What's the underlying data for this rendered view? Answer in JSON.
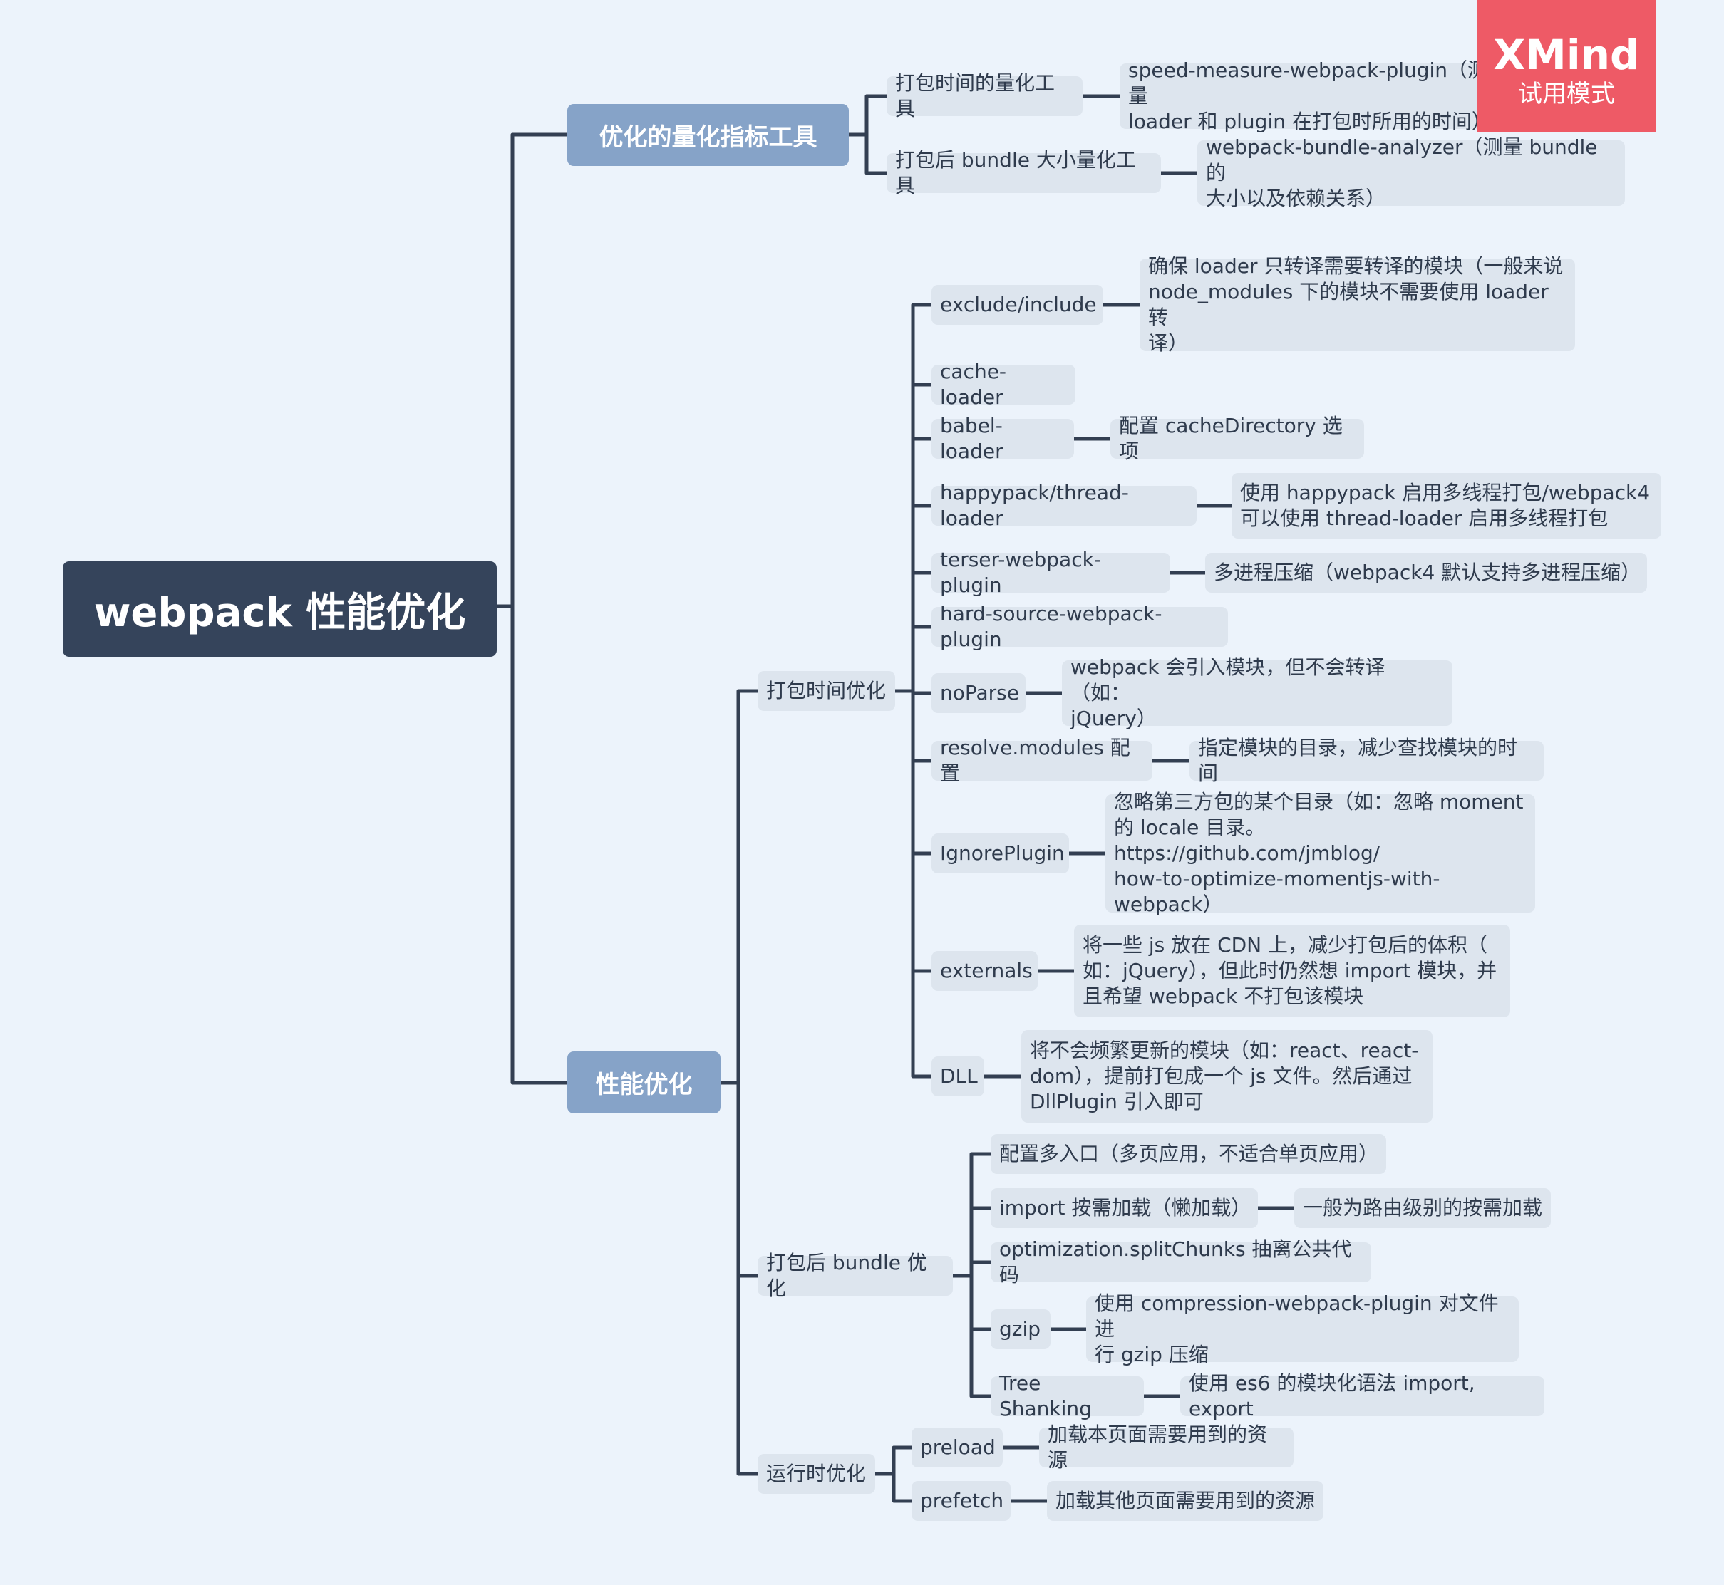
{
  "root": {
    "label": "webpack 性能优化"
  },
  "branches": {
    "metrics": {
      "label": "优化的量化指标工具",
      "time_tool": {
        "label": "打包时间的量化工具",
        "detail": "speed-measure-webpack-plugin（测量\nloader 和 plugin 在打包时所用的时间）"
      },
      "size_tool": {
        "label": "打包后 bundle 大小量化工具",
        "detail": "webpack-bundle-analyzer（测量 bundle 的\n大小以及依赖关系）"
      }
    },
    "perf": {
      "label": "性能优化",
      "build_time": {
        "label": "打包时间优化",
        "items": [
          {
            "label": "exclude/include",
            "detail": "确保 loader 只转译需要转译的模块（一般来说\nnode_modules 下的模块不需要使用 loader 转\n译）"
          },
          {
            "label": "cache-loader"
          },
          {
            "label": "babel-loader",
            "detail": "配置 cacheDirectory 选项"
          },
          {
            "label": "happypack/thread-loader",
            "detail": "使用 happypack 启用多线程打包/webpack4\n可以使用 thread-loader 启用多线程打包"
          },
          {
            "label": "terser-webpack-plugin",
            "detail": "多进程压缩（webpack4 默认支持多进程压缩）"
          },
          {
            "label": "hard-source-webpack-plugin"
          },
          {
            "label": "noParse",
            "detail": "webpack 会引入模块，但不会转译（如：\njQuery）"
          },
          {
            "label": "resolve.modules 配置",
            "detail": "指定模块的目录，减少查找模块的时间"
          },
          {
            "label": "IgnorePlugin",
            "detail": "忽略第三方包的某个目录（如：忽略 moment\n的 locale 目录。https://github.com/jmblog/\nhow-to-optimize-momentjs-with-\nwebpack）"
          },
          {
            "label": "externals",
            "detail": "将一些 js 放在 CDN 上，减少打包后的体积（\n如：jQuery），但此时仍然想 import 模块，并\n且希望 webpack 不打包该模块"
          },
          {
            "label": "DLL",
            "detail": "将不会频繁更新的模块（如：react、react-\ndom），提前打包成一个 js 文件。然后通过\nDllPlugin 引入即可"
          }
        ]
      },
      "bundle": {
        "label": "打包后 bundle 优化",
        "items": [
          {
            "label": "配置多入口（多页应用，不适合单页应用）"
          },
          {
            "label": "import 按需加载（懒加载）",
            "detail": "一般为路由级别的按需加载"
          },
          {
            "label": "optimization.splitChunks 抽离公共代码"
          },
          {
            "label": "gzip",
            "detail": "使用 compression-webpack-plugin 对文件进\n行 gzip 压缩"
          },
          {
            "label": "Tree Shanking",
            "detail": "使用 es6 的模块化语法 import, export"
          }
        ]
      },
      "runtime": {
        "label": "运行时优化",
        "items": [
          {
            "label": "preload",
            "detail": "加载本页面需要用到的资源"
          },
          {
            "label": "prefetch",
            "detail": "加载其他页面需要用到的资源"
          }
        ]
      }
    }
  },
  "watermark": {
    "brand": "XMind",
    "mode": "试用模式"
  },
  "colors": {
    "background": "#ecf3fb",
    "root": "#35445b",
    "main": "#86a3c8",
    "sub": "#dde5ee",
    "line": "#333f52",
    "watermark": "#ee5a66"
  }
}
